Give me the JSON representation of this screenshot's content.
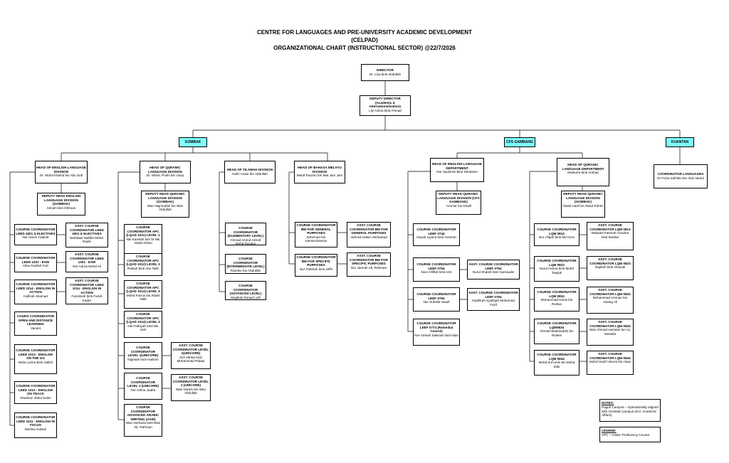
{
  "title": {
    "line1": "CENTRE FOR LANGUAGES AND PRE-UNIVERSITY ACADEMIC DEVELOPMENT",
    "line2": "(CELPAD)",
    "line3": "ORGANIZATIONAL CHART (INSTRUCTIONAL SECTOR) @22/7/2026"
  },
  "top": {
    "director": {
      "title": "DIRECTOR",
      "name": "Dr. Liza binti Abdullah"
    },
    "deputy": {
      "title": "DEPUTY DIRECTOR (Academic & Internationalisation)",
      "name": "Lily Azlina binti Ahmad"
    }
  },
  "campuses": {
    "gombak": "GOMBAK",
    "cfs": "CFS GAMBANG",
    "kuantan": "KUANTAN"
  },
  "gombak": {
    "english": {
      "head": {
        "title": "HEAD OF ENGLISH LANGUAGE DIVISION",
        "name": "Dr. Mohd Khairul bin Abu Sufi"
      },
      "deputy": {
        "title": "DEPUTY HEAD ENGLISH LANGUAGE DIVISION (GOMBAK)",
        "name": "Arinah binti Othman"
      },
      "coords": [
        {
          "title": "COURSE COORDINATOR LEED 4301 & ELECTIVES",
          "name": "Nor Haoni Yaakob"
        },
        {
          "title": "COURSE COORDINATOR LEED 1301 - EAW",
          "name": "Alina Fazilah Fazi"
        },
        {
          "title": "COURSE COORDINATOR LEED 1014 - ENGLISH IN ACTION",
          "name": "Hafizah Ahamad"
        },
        {
          "title": "COURS COORDINATOR OPEN AND DISTANCE LEARNING",
          "name": "Vacant"
        },
        {
          "title": "COURSE COORDINATOR LEED 1013 - ENGLISH ON THE GO",
          "name": "Nelia Lorina Binti Salleh"
        },
        {
          "title": "COURSE COORDINATOR LEED 1012 - ENGLISH ON TRACK",
          "name": "Shalinaz Abdul Salim"
        },
        {
          "title": "COURSE COORDINATOR LEED 1011 - ENGLISH IN FOCUS",
          "name": "Marlina Zubairi"
        }
      ],
      "assts": [
        {
          "title": "ASST. COURSE COORDINATOR LEED 4301 & ELECTIVES",
          "name": "Nahdatul Nalifah Mohd. Radzi"
        },
        {
          "title": "ASST. COURSE COORDINATOR LEED 1301 - EAW",
          "name": "Nor Adura Mohd Ali"
        },
        {
          "title": "ASST. COURSE COORDINATOR LEED 1014 - ENGLISH IN ACTION",
          "name": "Fazelinah binti Fazeli Kader"
        }
      ]
    },
    "quranic": {
      "head": {
        "title": "HEAD OF QURANIC LANGUAGE DIVISION",
        "name": "Dr. Mohd. Pushi bin Usop"
      },
      "deputy": {
        "title": "DEPUTY HEAD QURANIC LANGUAGE DIVISION (GOMBAK)",
        "name": "Wan Najmuddin bin Wan Abdullah"
      },
      "coords": [
        {
          "title": "COURSE COORDINATOR APC (LQAD 1011) LEVEL 1",
          "name": "Nik Kamilah Nor bt Nik Abdul Ghani"
        },
        {
          "title": "COURSE COORDINATOR APC (LQAD 1012) LEVEL 2",
          "name": "Rokiah binti Abu Talib"
        },
        {
          "title": "COURSE COORDINATOR APC (LQAD 1013) LEVEL 3",
          "name": "Mohd Farrus bin Abdel Talib"
        },
        {
          "title": "COURSE COORDINATOR APC (LQAD 1014) LEVEL 4",
          "name": "Nik Fathiyah binti Nik Soh"
        },
        {
          "title": "COURSE COORDINATOR LEVEL 1(UNICORE)",
          "name": "Najmiah binti Hashim"
        },
        {
          "title": "COURSE COORDINATOR LEVEL 2 (UNICORE)",
          "name": "Nor Azlina Jaafar"
        },
        {
          "title": "COURSE COORDINATOR ADVANCED ARABIC WRITING (AAW)",
          "name": "Wan Norhana binti Wan Ab. Rahman"
        }
      ],
      "assts": [
        {
          "title": "ASST. COURSE COORDINATOR LEVEL 1(UNICORE)",
          "name": "Zeti Akhtar binti Muhammad Rafaai"
        },
        {
          "title": "ASST. COURSE COORDINATOR LEVEL 2 (UNICORE)",
          "name": "Wan Nordin bin Wan Abdullah"
        }
      ]
    },
    "tilawah": {
      "head": {
        "title": "HEAD OF TILAWAH DIVISION",
        "name": "Hafiz Ansar bin Abdullah"
      },
      "coords": [
        {
          "title": "COURSE COORDINATOR (ELEMENTARY LEVEL)",
          "name": "Ahmad Amirul Ashraf Mohd Rusdan"
        },
        {
          "title": "COURSE COORDINATOR (INTERMEDIATE LEVEL)",
          "name": "Ramlee bin Abdullah"
        },
        {
          "title": "COURSE COORDINATOR (ADVANCED LEVEL)",
          "name": "Mujahid Ahmad Lutfi"
        }
      ]
    },
    "malay": {
      "head": {
        "title": "HEAD OF BAHASA MELAYU DIVISION",
        "name": "Mohd Fauzan bin Mat Jam Jam"
      },
      "coords": [
        {
          "title": "COURSE COORDINATOR BM FOR GENERAL PURPOSES",
          "name": "Zahirman bin Kamarulzaman"
        },
        {
          "title": "COURSE COORDINATOR BM FOR SPECIFIC PURPOSES",
          "name": "Nur Fatehah binti Jeffri"
        }
      ],
      "assts": [
        {
          "title": "ASST. COURSE COORDINATOR BM FOR GENERAL PURPOSES",
          "name": "Akhmal Hakim Mohamad"
        },
        {
          "title": "ASST. COURSE COORDINATOR BM FOR SPECIFIC PURPOSES",
          "name": "Nur Jannah Ab. Rahman"
        }
      ]
    }
  },
  "cfs": {
    "english": {
      "head": {
        "title": "HEAD OF ENGLISH LANGUAGE DEPARTMENT",
        "name": "Nur Syahirah Binti Shukairei"
      },
      "deputy": {
        "title": "DEPUTY HEAD QURANIC LANGUAGE DIVISION (CFS GAMBANG)",
        "name": "'Ammar bin Khalil"
      },
      "coords": [
        {
          "title": "COURSE COORDINATOR LEEF 0744",
          "name": "Aisyah Liyana binti Yusemic"
        },
        {
          "title": "COURSE COORDINATOR LEEF 0754",
          "name": "Noor Afiffah binti Aziz"
        },
        {
          "title": "COURSE COORDINATOR LEEF 0764",
          "name": "Nur Suhaila Saadi"
        },
        {
          "title": "COURSE COORDINATOR LEEF 0774 (Remedial Course)",
          "name": "Nor Amirah Sakinah binti Alias"
        }
      ],
      "assts": [
        {
          "title": "ASST. COURSE COORDINATOR LEEF 0754",
          "name": "Nurul Sharah binti Samsudin"
        },
        {
          "title": "ASST. COURSE COORDINATOR LEEF 0764",
          "name": "Nadhirah Syafiqah Mohamad Fazil"
        }
      ]
    },
    "quranic": {
      "head": {
        "title": "HEAD OF QURANIC LANGUAGE DEPARTMENT",
        "name": "Masturra binti Arshad"
      },
      "deputy": {
        "title": "DEPUTY HEAD QURANIC LANGUAGE DIVISION (GOMBAK)",
        "name": "Abdul Hadi bin Abdul Rahim"
      },
      "coords": [
        {
          "title": "COURSE COORDINATOR LQM 0813",
          "name": "Nur Afiqah binti Md Azmi"
        },
        {
          "title": "COURSE COORDINATOR LQM 0823",
          "name": "Nurul Husna binti Mohd Tawpik"
        },
        {
          "title": "COURSE COORDINATOR LQM 0824",
          "name": "Muhammad Hanis bin Roslan"
        },
        {
          "title": "COURSE COORDINATOR LQM0834",
          "name": "Ahmad Waieduddin bin Roslee"
        },
        {
          "title": "COURSE COORDINATOR LQM 0844",
          "name": "Mohd Zul Amin bin Mohd Zaki"
        }
      ],
      "assts": [
        {
          "title": "ASST. COURSE COORDINATOR LQM 0813",
          "name": "Rabiatul Fatimah Azzahra binti Rashid"
        },
        {
          "title": "ASST. COURSE COORDINATOR LQM 0823",
          "name": "Najihah binti Ghazali"
        },
        {
          "title": "ASST. COURSE COORDINATOR LQM 0824",
          "name": "Mohammad Amman bin Awang Ali"
        },
        {
          "title": "ASST. COURSE COORDINATOR LQM 0834",
          "name": "Wan Ahmad Hamdan bin Hj. Mustafa"
        },
        {
          "title": "ASST. COURSE COORDINATOR LQM 0844",
          "name": "Mohd Hanif Arkurni bin Abas"
        }
      ]
    }
  },
  "kuantan": {
    "title": "COORDINATOR LANGUAGES",
    "name": "Dr Feiza Zulhilmi bin Abd Hamid"
  },
  "notes": {
    "heading": "NOTES:",
    "text": "Pagoh Campus – Operationally aligned with Gombak Campus (incl. Academic Affairs)",
    "legend_heading": "LEGEND:",
    "legend_text": "APC – Arabic Proficiency Course"
  }
}
